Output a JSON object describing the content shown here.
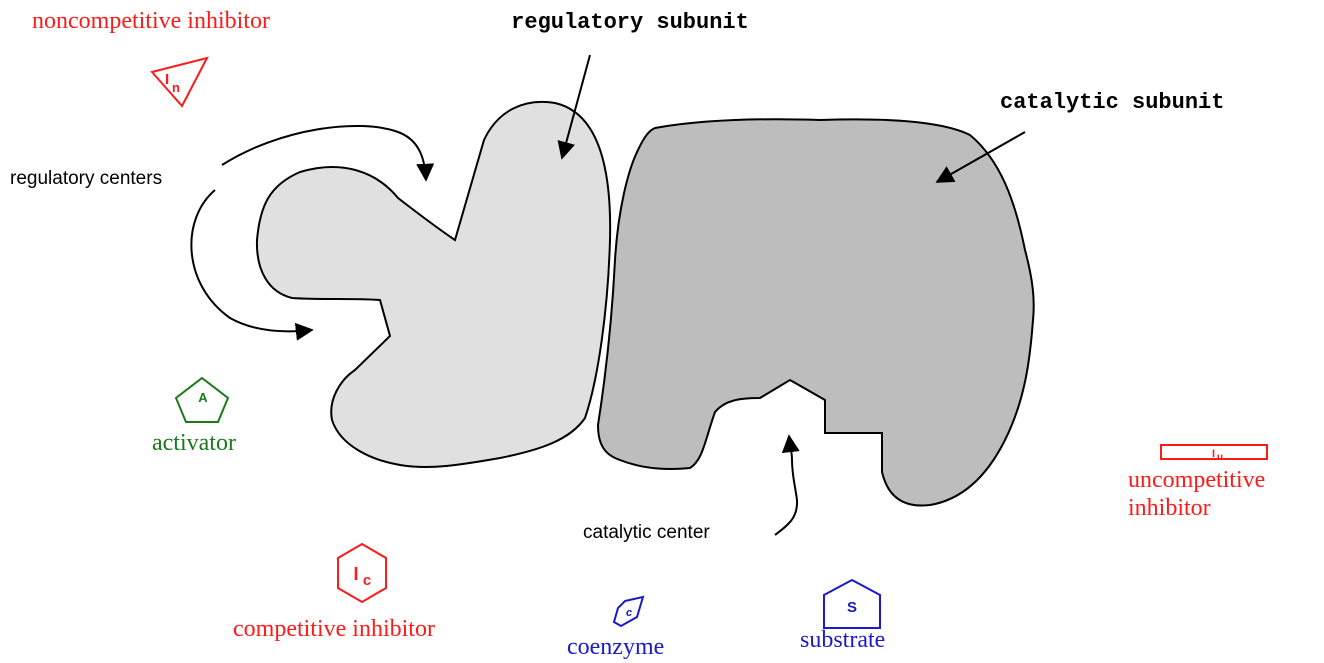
{
  "colors": {
    "inhibitor": "#ff1a1a",
    "activator": "#1a7a1a",
    "coenzyme_substrate": "#1a1acc",
    "regulatory_fill": "#e0e0e0",
    "catalytic_fill": "#bdbdbd",
    "outline": "#000000"
  },
  "labels": {
    "regulatory_subunit": "regulatory subunit",
    "catalytic_subunit": "catalytic subunit",
    "regulatory_centers": "regulatory centers",
    "catalytic_center": "catalytic center",
    "noncompetitive_inhibitor": "noncompetitive inhibitor",
    "activator": "activator",
    "competitive_inhibitor": "competitive inhibitor",
    "coenzyme": "coenzyme",
    "substrate": "substrate",
    "uncompetitive_line1": "uncompetitive",
    "uncompetitive_line2": "inhibitor"
  },
  "symbols": {
    "noncompetitive_main": "I",
    "noncompetitive_sub": "n",
    "activator": "A",
    "competitive_main": "I",
    "competitive_sub": "c",
    "coenzyme": "c",
    "substrate": "S",
    "uncompetitive_main": "I",
    "uncompetitive_sub": "u"
  }
}
